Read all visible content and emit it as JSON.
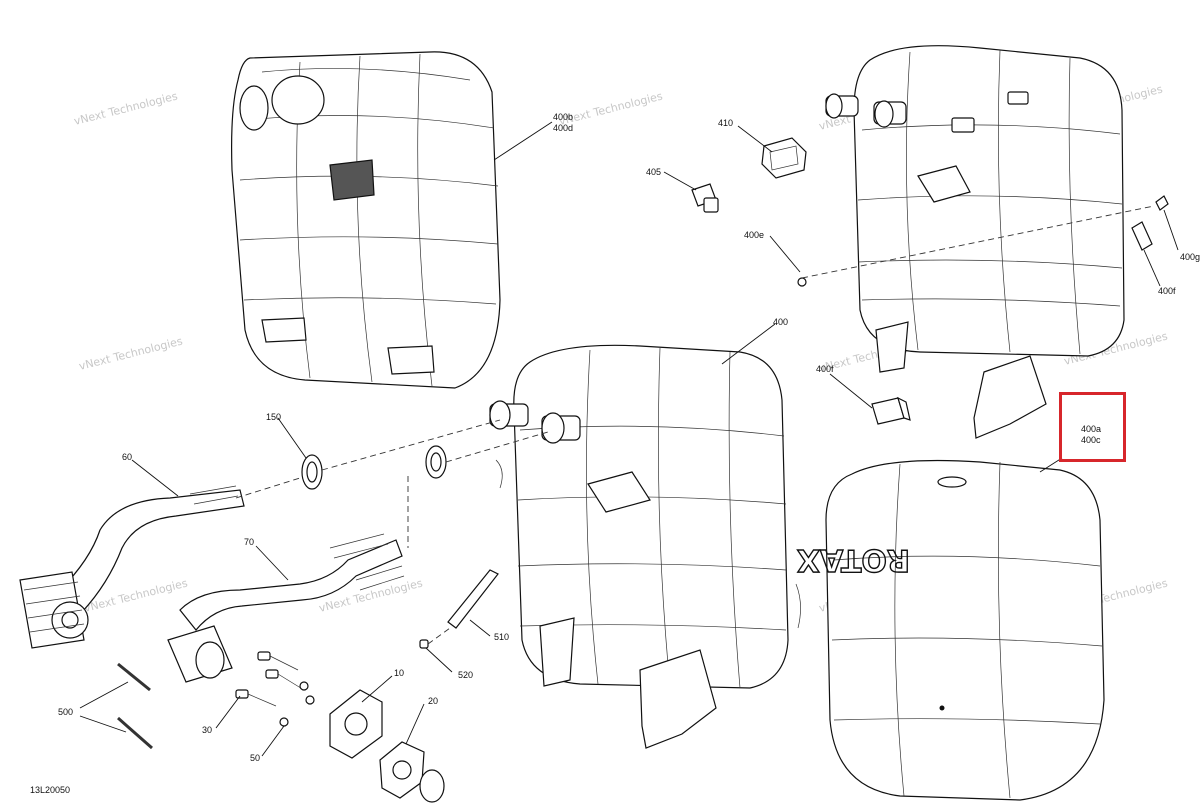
{
  "document_id": "13L20050",
  "watermark": {
    "line1": "vNext",
    "line2": "Technologies",
    "full": "vNext Technologies"
  },
  "brand_mark": "ROTAX",
  "callouts": {
    "c400b": "400b",
    "c400d": "400d",
    "c410": "410",
    "c405": "405",
    "c400e": "400e",
    "c400g": "400g",
    "c400f": "400f",
    "c400": "400",
    "c400f_low": "400f",
    "c400a": "400a",
    "c400c": "400c",
    "c150": "150",
    "c60": "60",
    "c70": "70",
    "c510": "510",
    "c520": "520",
    "c10": "10",
    "c20": "20",
    "c30": "30",
    "c50": "50",
    "c500": "500"
  },
  "highlight": {
    "color": "#d7262b",
    "target": "400a / 400c"
  }
}
